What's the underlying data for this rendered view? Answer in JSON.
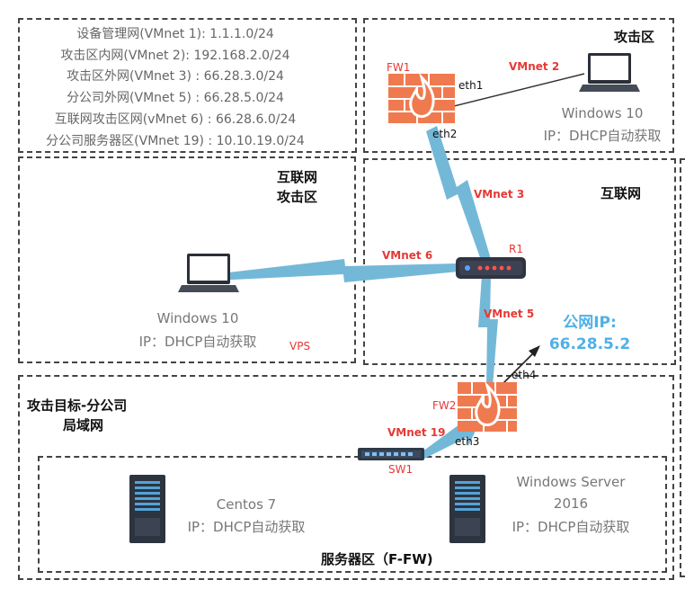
{
  "info_lines": [
    "设备管理网(VMnet 1): 1.1.1.0/24",
    "攻击区内网(VMnet 2): 192.168.2.0/24",
    "攻击区外网(VMnet 3) : 66.28.3.0/24",
    "分公司外网(VMnet 5) : 66.28.5.0/24",
    "互联网攻击区网(vMnet 6) : 66.28.6.0/24",
    "分公司服务器区(VMnet 19) : 10.10.19.0/24"
  ],
  "zones": {
    "attack": "攻击区",
    "internet_attack_l1": "互联网",
    "internet_attack_l2": "攻击区",
    "internet": "互联网",
    "target_l1": "攻击目标-分公司",
    "target_l2": "局域网",
    "server": "服务器区（F-FW)"
  },
  "links": {
    "vmnet2": "VMnet 2",
    "vmnet3": "VMnet 3",
    "vmnet6": "VMnet 6",
    "vmnet5": "VMnet 5",
    "vmnet19": "VMnet 19"
  },
  "devices": {
    "fw1": "FW1",
    "fw2": "FW2",
    "r1": "R1",
    "sw1": "SW1",
    "vps": "VPS"
  },
  "ports": {
    "fw1_eth1": "eth1",
    "fw1_eth2": "eth2",
    "fw2_eth4": "eth4",
    "fw2_eth3": "eth3"
  },
  "hosts": {
    "attack_pc_name": "Windows 10",
    "attack_pc_ip": "IP：DHCP自动获取",
    "internet_pc_name": "Windows 10",
    "internet_pc_ip": "IP：DHCP自动获取",
    "centos_name": "Centos 7",
    "centos_ip": "IP：DHCP自动获取",
    "winserver_name_l1": "Windows Server",
    "winserver_name_l2": "2016",
    "winserver_ip": "IP：DHCP自动获取"
  },
  "public_ip": {
    "label": "公网IP:",
    "value": "66.28.5.2"
  },
  "colors": {
    "link_blue": "#74b8d8",
    "firewall": "#f07a4f",
    "label_red": "#e53935",
    "public_ip": "#4fb0e8"
  }
}
